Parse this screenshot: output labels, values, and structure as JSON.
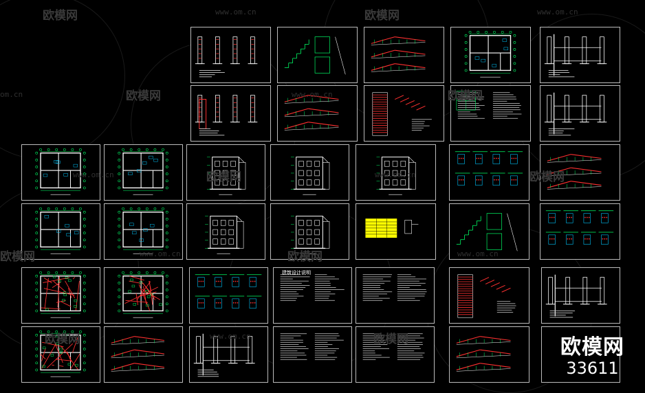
{
  "watermark": {
    "brand": "欧模网",
    "url": "www.om.cn",
    "url_short": "om.cn",
    "id": "33611"
  },
  "colors": {
    "background": "#000000",
    "frame": "#bdbdbd",
    "wall": "#ffffff",
    "dim": "#00ff66",
    "axis": "#00c8ff",
    "rebar": "#ff3030",
    "note": "#ffff00",
    "text": "#d0d0d0"
  },
  "sheets": [
    {
      "id": "s01",
      "kind": "detail"
    },
    {
      "id": "s02",
      "kind": "stair"
    },
    {
      "id": "s03",
      "kind": "beam"
    },
    {
      "id": "s04",
      "kind": "plan-small"
    },
    {
      "id": "s05",
      "kind": "section"
    },
    {
      "id": "s06",
      "kind": "detail-red"
    },
    {
      "id": "s07",
      "kind": "beam"
    },
    {
      "id": "s08",
      "kind": "table-red"
    },
    {
      "id": "s09",
      "kind": "notes"
    },
    {
      "id": "s10",
      "kind": "section"
    },
    {
      "id": "s11",
      "kind": "plan"
    },
    {
      "id": "s12",
      "kind": "plan"
    },
    {
      "id": "s13",
      "kind": "elevation"
    },
    {
      "id": "s14",
      "kind": "elevation"
    },
    {
      "id": "s15",
      "kind": "elevation"
    },
    {
      "id": "s16",
      "kind": "details-grid"
    },
    {
      "id": "s17",
      "kind": "beam"
    },
    {
      "id": "s18",
      "kind": "plan"
    },
    {
      "id": "s19",
      "kind": "plan-small"
    },
    {
      "id": "s20",
      "kind": "elevation-side"
    },
    {
      "id": "s21",
      "kind": "elevation"
    },
    {
      "id": "s22",
      "kind": "table-yellow"
    },
    {
      "id": "s23",
      "kind": "stair"
    },
    {
      "id": "s24",
      "kind": "details-grid"
    },
    {
      "id": "s25",
      "kind": "plan-red"
    },
    {
      "id": "s26",
      "kind": "plan-red"
    },
    {
      "id": "s27",
      "kind": "details-grid"
    },
    {
      "id": "s28",
      "kind": "text"
    },
    {
      "id": "s29",
      "kind": "text"
    },
    {
      "id": "s30",
      "kind": "table-red"
    },
    {
      "id": "s31",
      "kind": "section"
    },
    {
      "id": "s32",
      "kind": "plan-red"
    },
    {
      "id": "s33",
      "kind": "beam-red"
    },
    {
      "id": "s34",
      "kind": "section"
    },
    {
      "id": "s35",
      "kind": "text"
    },
    {
      "id": "s36",
      "kind": "text"
    },
    {
      "id": "s37",
      "kind": "beam"
    },
    {
      "id": "s38",
      "kind": "blank"
    }
  ],
  "sheet_titles": {
    "s28": "建筑设计说明"
  }
}
